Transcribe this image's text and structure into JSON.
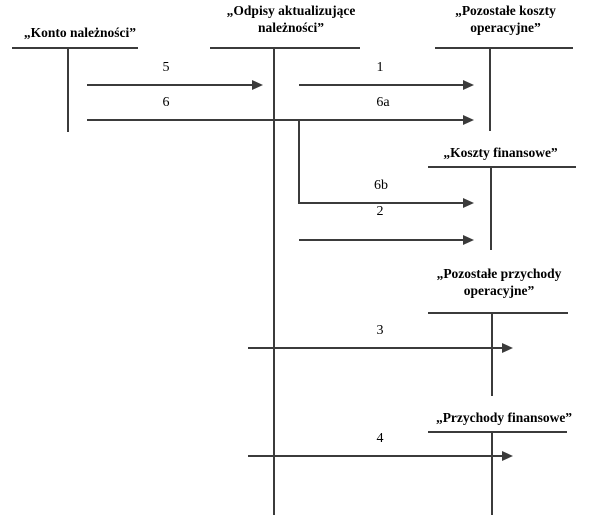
{
  "diagram": {
    "type": "t-account-flow",
    "accounts": [
      {
        "title": "„Konto należności”"
      },
      {
        "title": "„Odpisy aktualizujące należności”"
      },
      {
        "title": "„Pozostałe koszty operacyjne”"
      },
      {
        "title": "„Koszty finansowe”"
      },
      {
        "title": "„Pozostałe przychody operacyjne”"
      },
      {
        "title": "„Przychody finansowe”"
      }
    ],
    "flows": [
      {
        "label": "5",
        "from": "Konto należności",
        "to": "Odpisy aktualizujące należności"
      },
      {
        "label": "1",
        "from": "Odpisy aktualizujące należności",
        "to": "Pozostałe koszty operacyjne"
      },
      {
        "label": "6",
        "from": "Konto należności",
        "to": "Pozostałe koszty operacyjne / Koszty finansowe"
      },
      {
        "label": "6a",
        "from": "Konto należności",
        "to": "Pozostałe koszty operacyjne"
      },
      {
        "label": "6b",
        "from": "Konto należności",
        "to": "Koszty finansowe"
      },
      {
        "label": "2",
        "from": "Odpisy aktualizujące należności",
        "to": "Koszty finansowe"
      },
      {
        "label": "3",
        "from": "Odpisy aktualizujące należności",
        "to": "Pozostałe przychody operacyjne"
      },
      {
        "label": "4",
        "from": "Odpisy aktualizujące należności",
        "to": "Przychody finansowe"
      }
    ],
    "colors": {
      "background": "#ffffff",
      "line": "#3b3b3b",
      "text": "#000000"
    }
  }
}
